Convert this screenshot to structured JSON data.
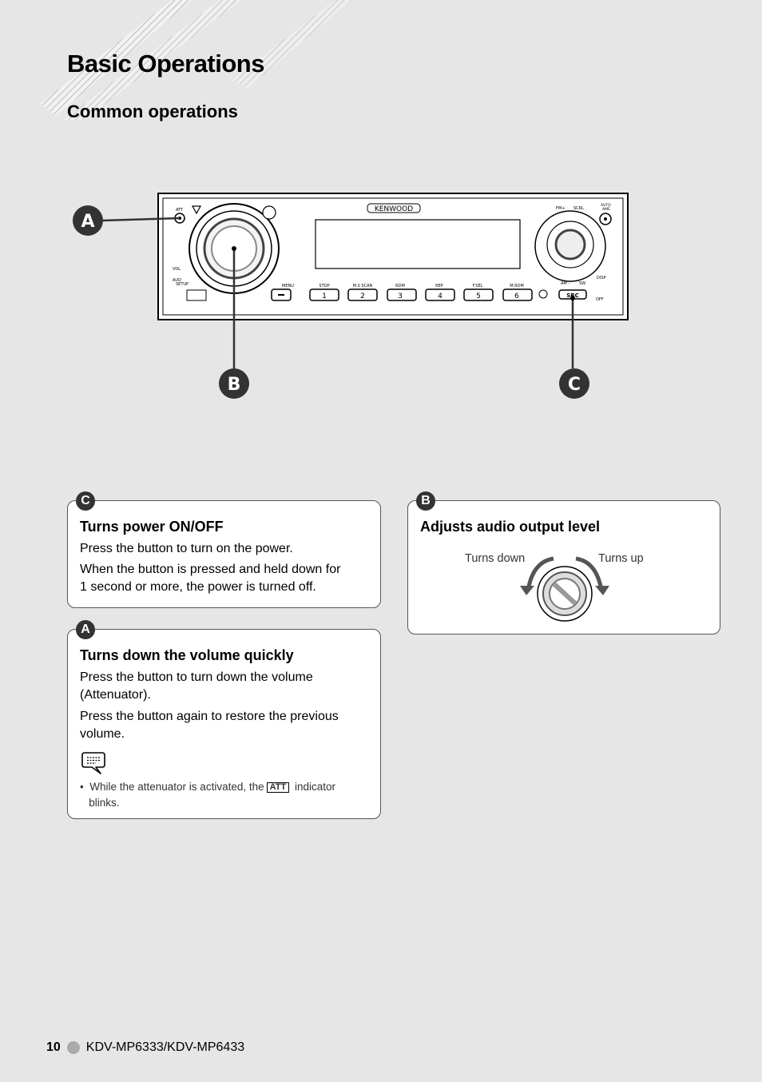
{
  "page": {
    "title": "Basic Operations",
    "subtitle": "Common operations"
  },
  "panel": {
    "brand": "KENWOOD",
    "callouts": {
      "a": "A",
      "b": "B",
      "c": "C"
    },
    "left_labels": {
      "att": "ATT",
      "vol": "VOL",
      "aud": "AUD",
      "setup": "SETUP"
    },
    "right_labels": {
      "fm": "FM+",
      "scrl": "SCRL",
      "auto": "AUTO",
      "ame": "AME",
      "disp": "DISP",
      "am": "AM –",
      "sw": "SW",
      "src": "SRC",
      "off": "OFF"
    },
    "button_labels": [
      "MENU",
      "STOP",
      "M.S SCAN",
      "RDM",
      "REP",
      "F.SEL",
      "M.RDM"
    ],
    "buttons": [
      "1",
      "2",
      "3",
      "4",
      "5",
      "6"
    ]
  },
  "box_c": {
    "badge": "C",
    "title": "Turns power ON/OFF",
    "line1": "Press the button to turn on the power.",
    "line2a": "When the button is pressed and held down for",
    "line2b": "1 second or more, the power is turned off."
  },
  "box_a": {
    "badge": "A",
    "title": "Turns down the volume quickly",
    "line1a": "Press the button to turn down the volume",
    "line1b": "(Attenuator).",
    "line2a": "Press the button again to restore the previous",
    "line2b": "volume.",
    "note_pre": "While the attenuator is activated, the",
    "note_tag": "ATT",
    "note_post": "indicator",
    "note_line2": "blinks."
  },
  "box_b": {
    "badge": "B",
    "title": "Adjusts audio output level",
    "turns_down": "Turns down",
    "turns_up": "Turns up"
  },
  "footer": {
    "page_number": "10",
    "model": "KDV-MP6333/KDV-MP6433"
  }
}
